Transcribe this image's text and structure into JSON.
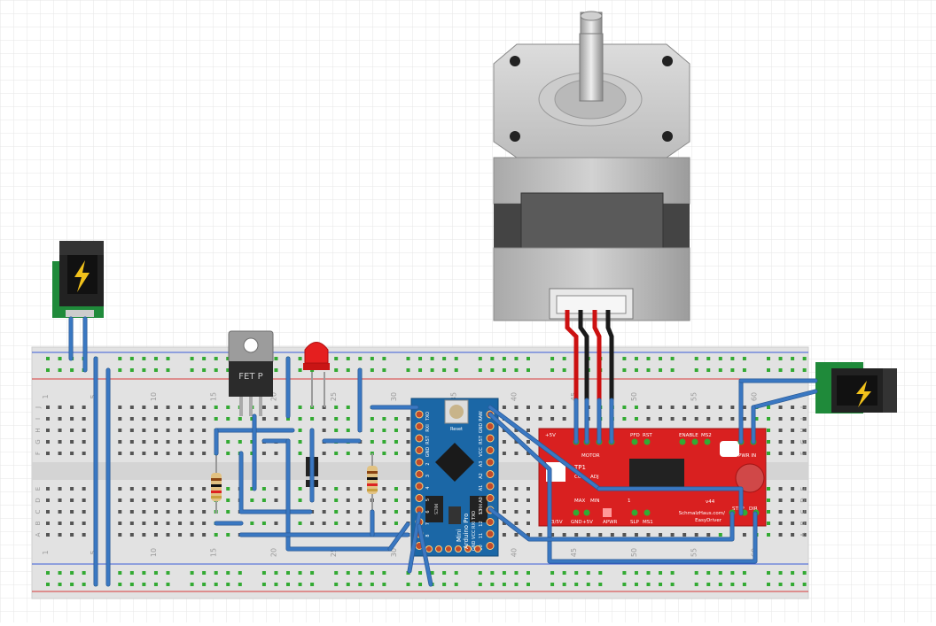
{
  "colors": {
    "wire": "#3a78c2",
    "wire_dark": "#2a5a96",
    "red_wire": "#cc1111",
    "black_wire": "#1a1a1a",
    "breadboard": "#e3e3e3",
    "rail_red": "#d83a3a",
    "rail_blue": "#3a5cd8",
    "hole_active": "#33aa33",
    "arduino": "#1b67a6",
    "easydriver": "#d92020",
    "pcb_green": "#1f8a3a",
    "led": "#e51f1f"
  },
  "breadboard": {
    "column_numbers": [
      "1",
      "5",
      "10",
      "15",
      "20",
      "25",
      "30",
      "35",
      "40",
      "45",
      "50",
      "55",
      "60"
    ],
    "row_letters_top": [
      "J",
      "I",
      "H",
      "G",
      "F"
    ],
    "row_letters_bottom": [
      "E",
      "D",
      "C",
      "B",
      "A"
    ]
  },
  "fet": {
    "label": "FET P"
  },
  "arduino": {
    "board_name": "Arduino Pro",
    "board_sub": "Mini",
    "reset_label": "Reset",
    "ic_label_1": "MIC5",
    "ic_label_2": "MIC5",
    "bottom_pin_labels": "GND VCC RXI TXO",
    "right_pins": [
      "RAW",
      "GND",
      "RST",
      "VCC",
      "A3",
      "A2",
      "A1",
      "A0",
      "13",
      "12",
      "11",
      "10"
    ],
    "left_pins": [
      "TXO",
      "RXI",
      "RST",
      "GND",
      "2",
      "3",
      "4",
      "5",
      "6",
      "7",
      "8",
      "9"
    ]
  },
  "easydriver": {
    "label_5v": "+5V",
    "label_pfd": "PFD",
    "label_rst": "RST",
    "label_enable": "ENABLE",
    "label_ms2": "MS2",
    "label_pwr_in": "PWR IN",
    "label_motor": "MOTOR",
    "label_tp1": "TP1",
    "label_cur": "CUR",
    "label_adj": "ADJ",
    "label_max": "MAX",
    "label_min": "MIN",
    "label_one": "1",
    "label_version": "v44",
    "label_url_1": "SchmalzHaus.com/",
    "label_url_2": "EasyDriver",
    "label_3v5v": "3/5V",
    "label_gnd": "GND",
    "label_p5v": "+5V",
    "label_apwr": "APWR",
    "label_slp": "SLP",
    "label_ms1": "MS1",
    "label_step": "STEP",
    "label_dir": "DIR"
  },
  "icons": {
    "power_jack": "lightning-bolt-icon",
    "stepper_motor": "stepper-motor-icon",
    "led": "led-icon",
    "resistor": "resistor-icon",
    "diode": "diode-icon"
  }
}
